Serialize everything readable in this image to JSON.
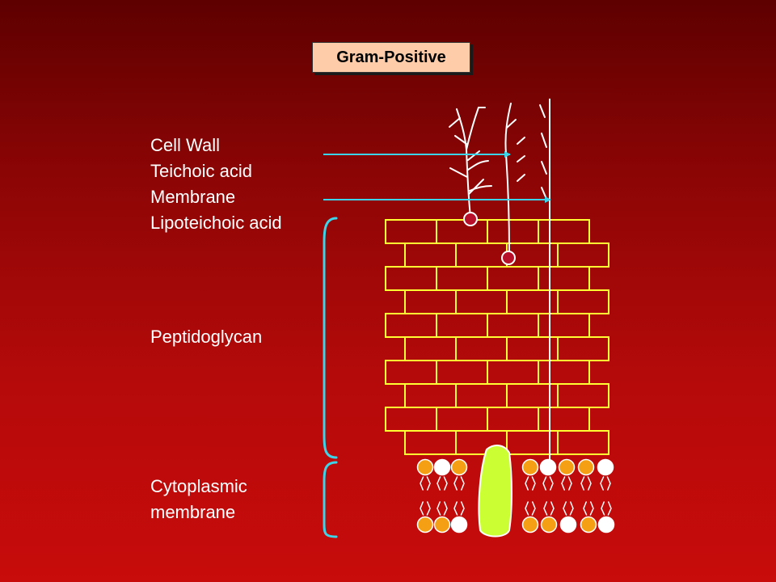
{
  "title": "Gram-Positive",
  "labels": {
    "cell_wall": "Cell Wall",
    "teichoic_acid": "Teichoic acid",
    "membrane": "Membrane",
    "lipoteichoic_acid": "Lipoteichoic acid",
    "peptidoglycan": "Peptidoglycan",
    "cytoplasmic_line1": "Cytoplasmic",
    "cytoplasmic_line2": "membrane"
  },
  "colors": {
    "brick": "#ffff33",
    "arrow": "#3cd4e8",
    "anchor": "#b8102a",
    "protein": "#ccff33",
    "lipid_orange": "#f5a014",
    "lipid_white": "#ffffff",
    "chain": "#ffffff"
  }
}
